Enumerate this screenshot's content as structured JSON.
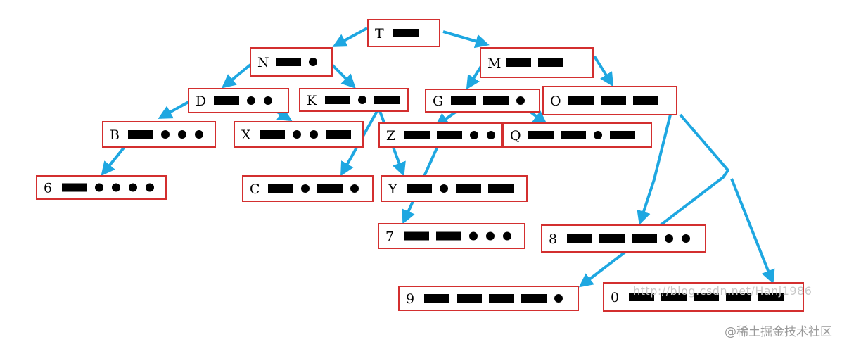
{
  "diagram": {
    "box_color": "#d32f2f",
    "arrow_color": "#1ea7e1",
    "symbol_color": "#000000",
    "nodes": [
      {
        "id": "T",
        "label": "T",
        "code": "-"
      },
      {
        "id": "N",
        "label": "N",
        "code": "-."
      },
      {
        "id": "M",
        "label": "M",
        "code": "--"
      },
      {
        "id": "D",
        "label": "D",
        "code": "-.."
      },
      {
        "id": "K",
        "label": "K",
        "code": "-.-"
      },
      {
        "id": "G",
        "label": "G",
        "code": "--."
      },
      {
        "id": "O",
        "label": "O",
        "code": "---"
      },
      {
        "id": "B",
        "label": "B",
        "code": "-..."
      },
      {
        "id": "X",
        "label": "X",
        "code": "-..-"
      },
      {
        "id": "Z",
        "label": "Z",
        "code": "--.."
      },
      {
        "id": "Q",
        "label": "Q",
        "code": "--.-"
      },
      {
        "id": "6",
        "label": "6",
        "code": "-...."
      },
      {
        "id": "C",
        "label": "C",
        "code": "-.-."
      },
      {
        "id": "Y",
        "label": "Y",
        "code": "-.--"
      },
      {
        "id": "7",
        "label": "7",
        "code": "--..."
      },
      {
        "id": "8",
        "label": "8",
        "code": "---.."
      },
      {
        "id": "9",
        "label": "9",
        "code": "----."
      },
      {
        "id": "0",
        "label": "0",
        "code": "-----"
      }
    ],
    "edges": [
      {
        "from": "T",
        "to": "N"
      },
      {
        "from": "T",
        "to": "M"
      },
      {
        "from": "N",
        "to": "D"
      },
      {
        "from": "N",
        "to": "K"
      },
      {
        "from": "M",
        "to": "G"
      },
      {
        "from": "M",
        "to": "O"
      },
      {
        "from": "D",
        "to": "B"
      },
      {
        "from": "D",
        "to": "X"
      },
      {
        "from": "K",
        "to": "C"
      },
      {
        "from": "K",
        "to": "Y"
      },
      {
        "from": "G",
        "to": "Z"
      },
      {
        "from": "G",
        "to": "Q"
      },
      {
        "from": "B",
        "to": "6"
      },
      {
        "from": "Z",
        "to": "7"
      },
      {
        "from": "O",
        "to": "8"
      },
      {
        "from": "O",
        "to": "9"
      },
      {
        "from": "O",
        "to": "0"
      }
    ]
  },
  "watermark_url": "http://blog.csdn.net/Hanj1986",
  "watermark": "@稀土掘金技术社区"
}
